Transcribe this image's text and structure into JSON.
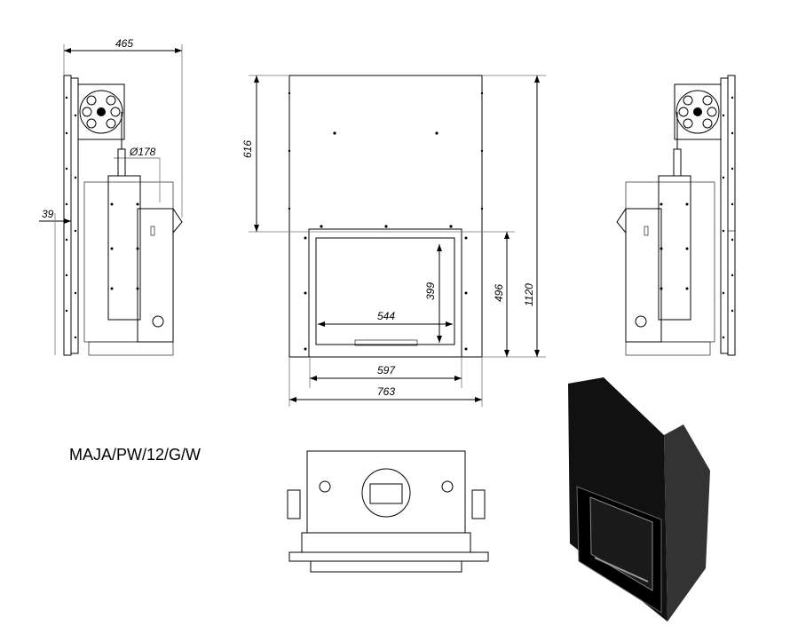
{
  "model_name": "MAJA/PW/12/G/W",
  "dimensions": {
    "depth": "465",
    "flue_diameter": "Ø178",
    "offset": "39",
    "upper_height": "616",
    "glass_height": "399",
    "glass_width": "544",
    "door_height": "496",
    "total_height": "1120",
    "door_width": "597",
    "total_width": "763"
  },
  "colors": {
    "line": "#000000",
    "iso_body": "#111111"
  }
}
